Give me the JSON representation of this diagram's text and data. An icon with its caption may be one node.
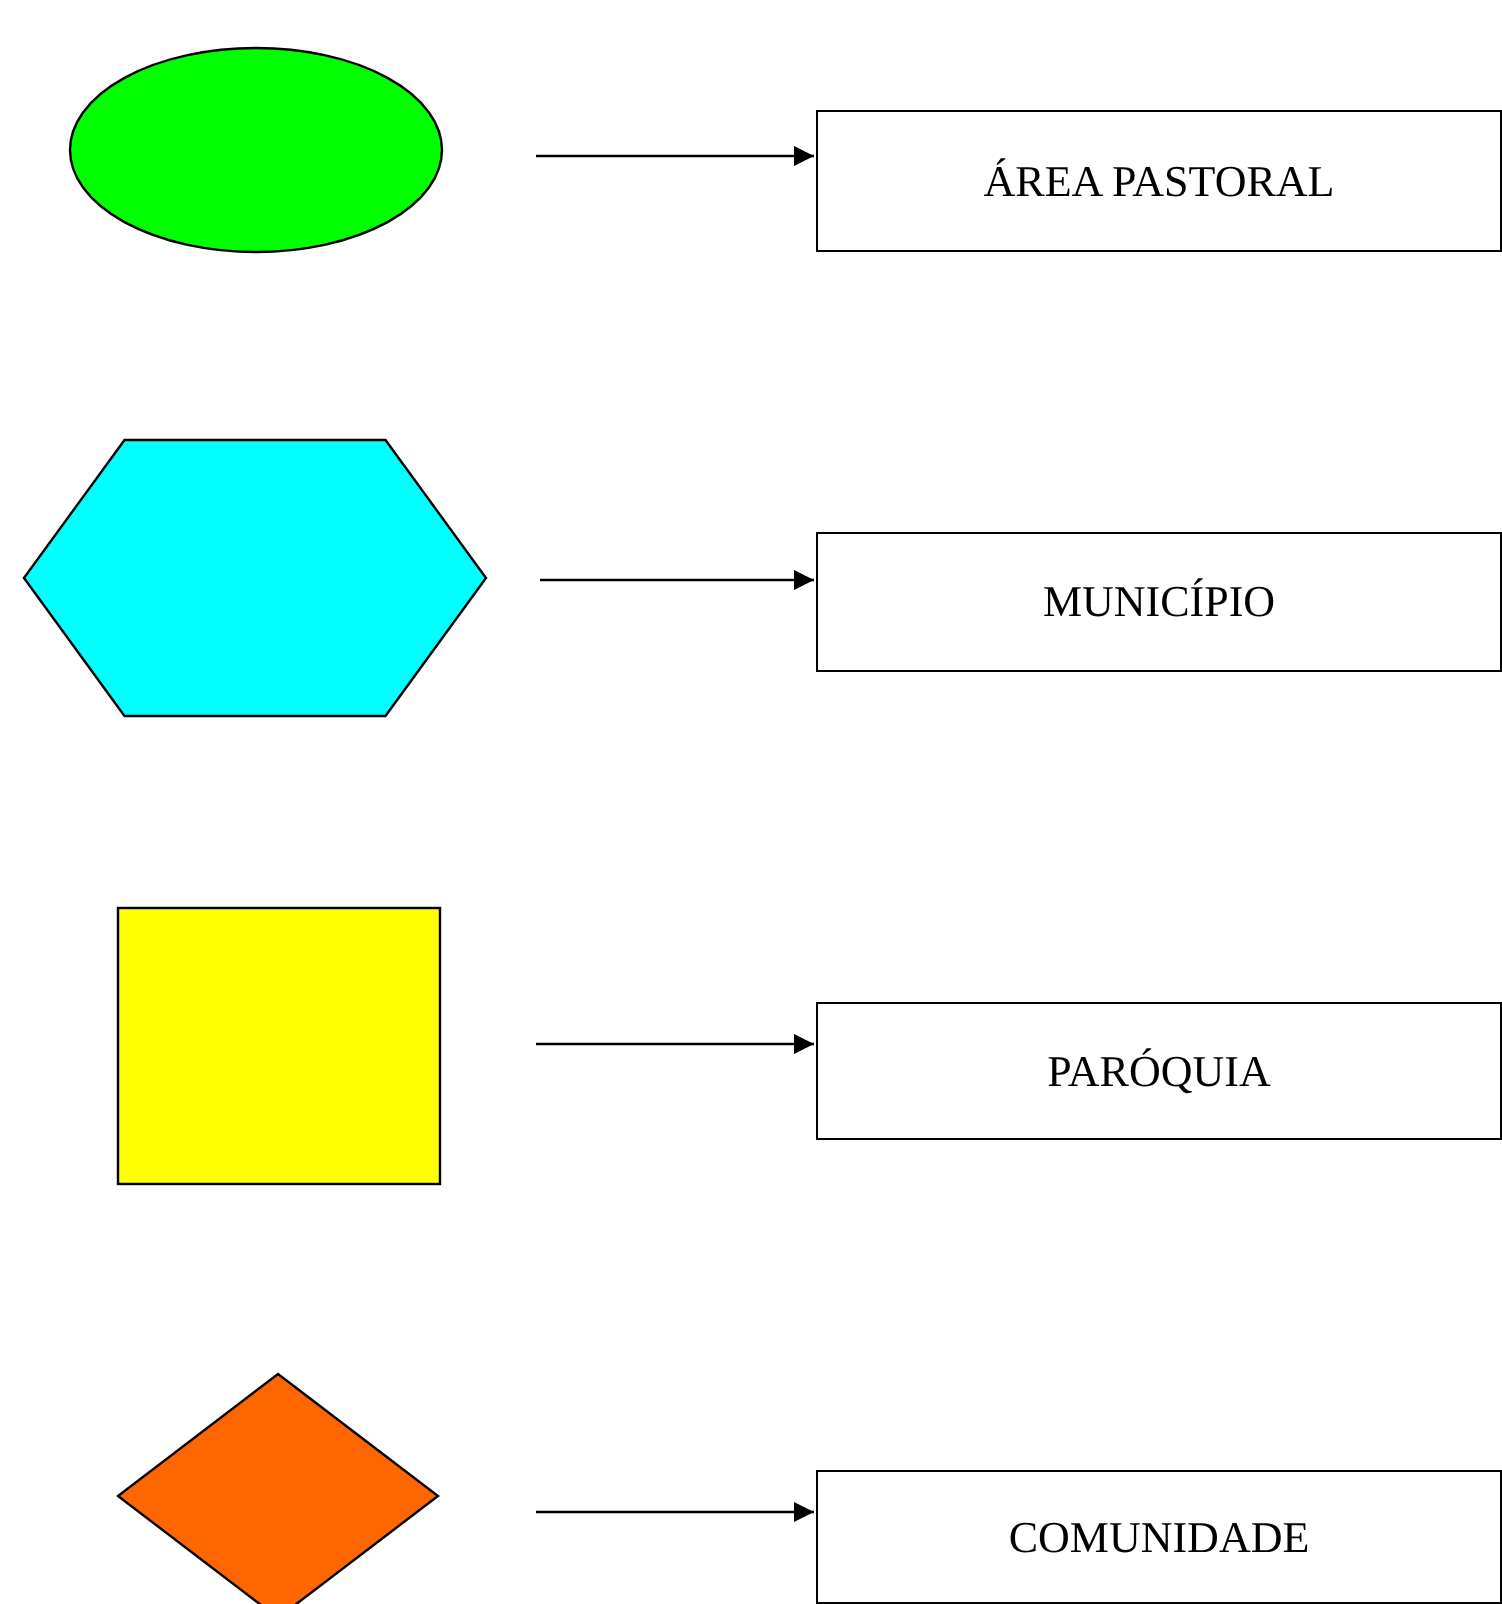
{
  "diagram": {
    "nodes": [
      {
        "text": [],
        "shape": "ellipse"
      },
      {
        "text": [
          "ÁREA PASTORAL"
        ]
      },
      {
        "text": [],
        "shape": "hexagon"
      },
      {
        "text": [
          "MUNICÍPIO"
        ]
      },
      {
        "text": [],
        "shape": "box"
      },
      {
        "text": [
          "PARÓQUIA"
        ]
      },
      {
        "text": [],
        "shape": "diamond"
      },
      {
        "text": [
          "COMUNIDADE"
        ]
      }
    ],
    "edges": [
      {
        "from": 0,
        "to": 1,
        "arrow": "to"
      },
      {
        "from": 2,
        "to": 3,
        "arrow": "to"
      },
      {
        "from": 4,
        "to": 5,
        "arrow": "to"
      },
      {
        "from": 6,
        "to": 7,
        "arrow": "to"
      }
    ]
  }
}
